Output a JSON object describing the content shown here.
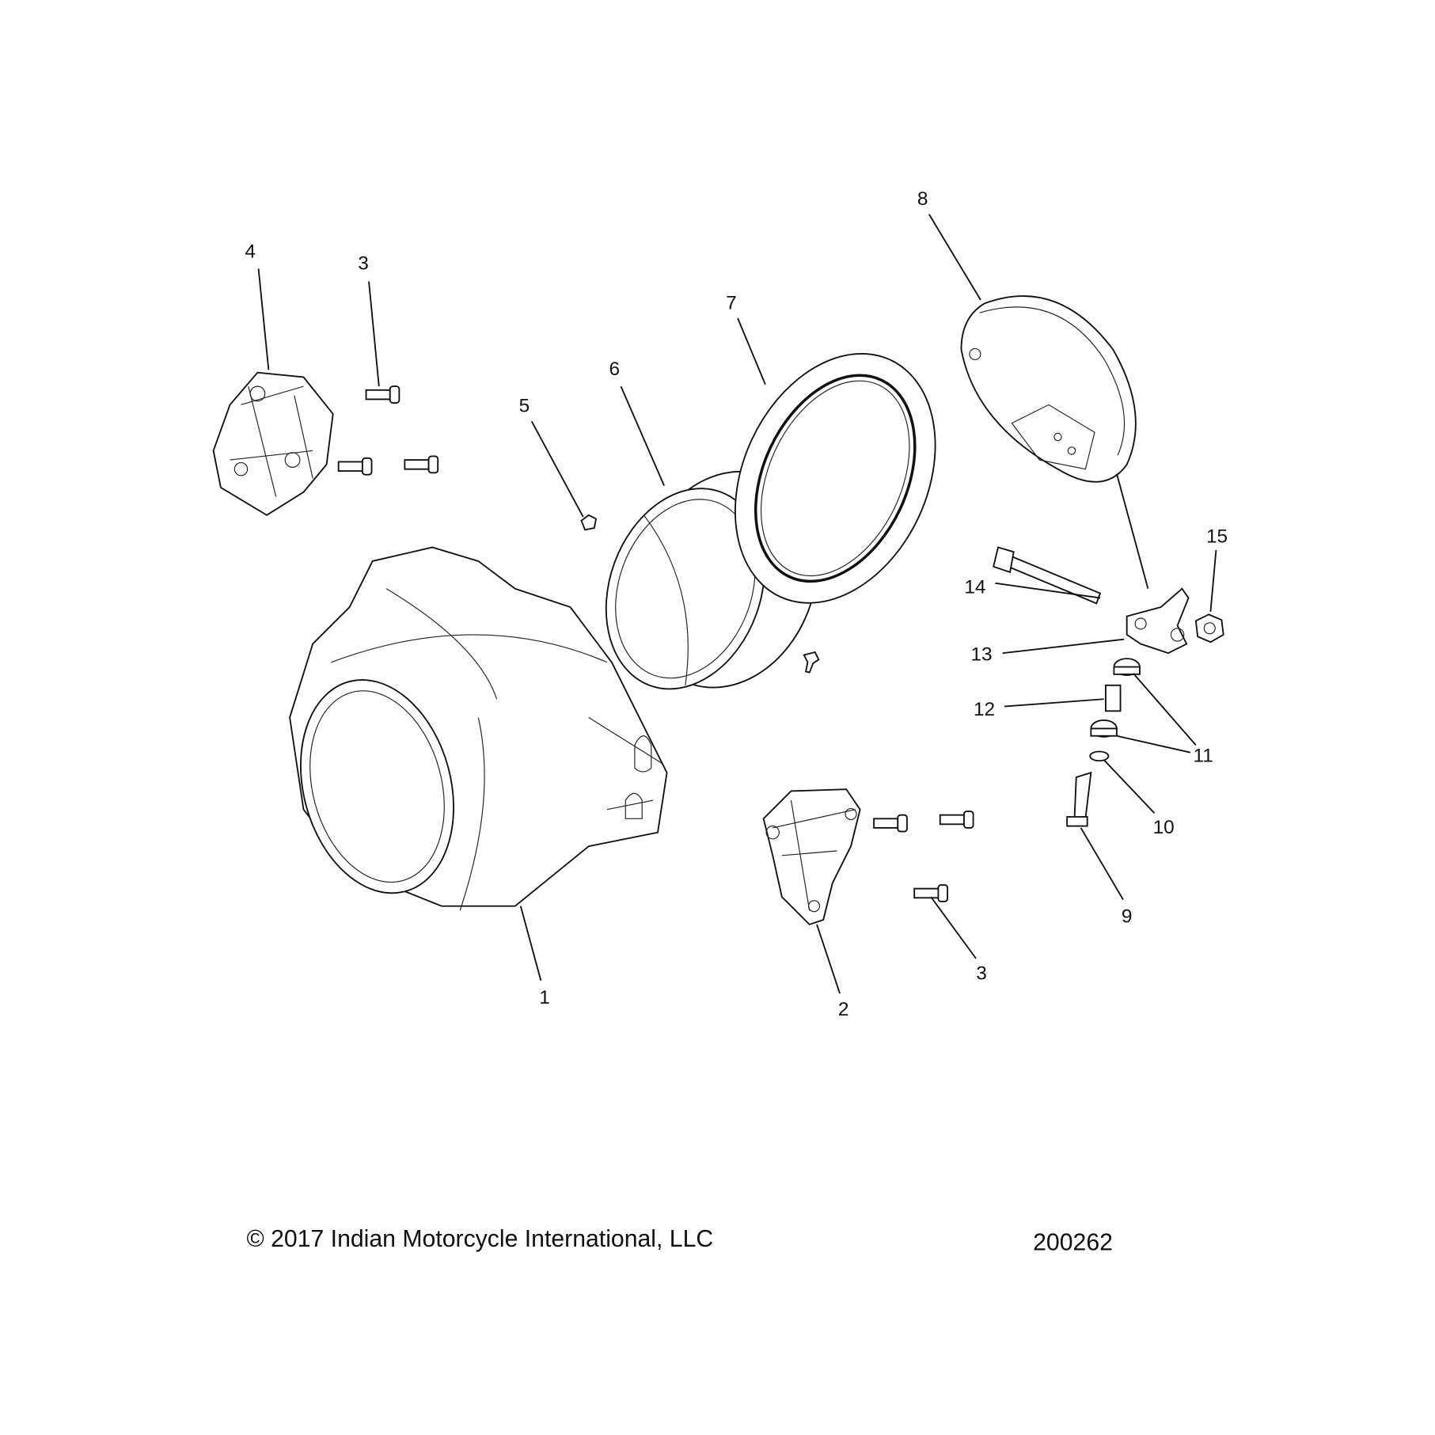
{
  "footer": {
    "copyright": "© 2017 Indian Motorcycle International, LLC",
    "diagram_number": "200262"
  },
  "callouts": [
    "1",
    "2",
    "3",
    "3",
    "4",
    "5",
    "6",
    "7",
    "8",
    "9",
    "10",
    "11",
    "12",
    "13",
    "14",
    "15"
  ]
}
